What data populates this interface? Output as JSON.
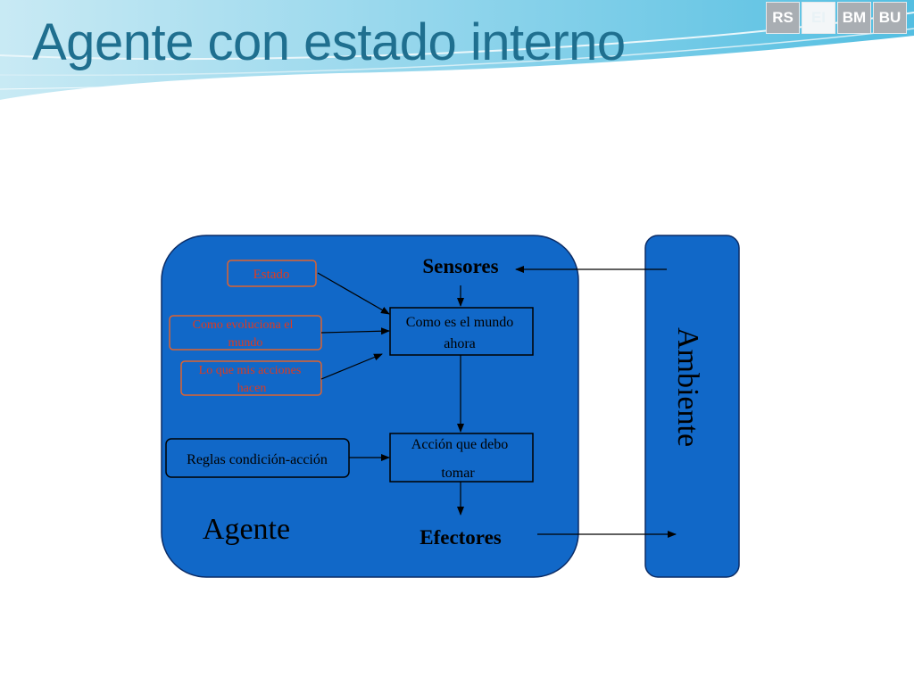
{
  "slide": {
    "title": "Agente con estado interno"
  },
  "nav": {
    "tabs": [
      {
        "label": "RS",
        "active": false
      },
      {
        "label": "EI",
        "active": true
      },
      {
        "label": "BM",
        "active": false
      },
      {
        "label": "BU",
        "active": false
      }
    ]
  },
  "diagram": {
    "agent_label": "Agente",
    "environment_label": "Ambiente",
    "sensors": "Sensores",
    "effectors": "Efectores",
    "state": "Estado",
    "world_evolution": [
      "Como evoluciona el",
      "mundo"
    ],
    "action_effects": [
      "Lo que mis acciones",
      "hacen"
    ],
    "rules": "Reglas condición-acción",
    "world_now": [
      "Como es el mundo",
      "ahora"
    ],
    "action": [
      "Acción que debo",
      "tomar"
    ]
  },
  "colors": {
    "title": "#1f6f8f",
    "agent_fill": "#1168c8",
    "red_text": "#e03a1e",
    "red_border": "#e0622e",
    "tab": "#a9aeb3"
  }
}
